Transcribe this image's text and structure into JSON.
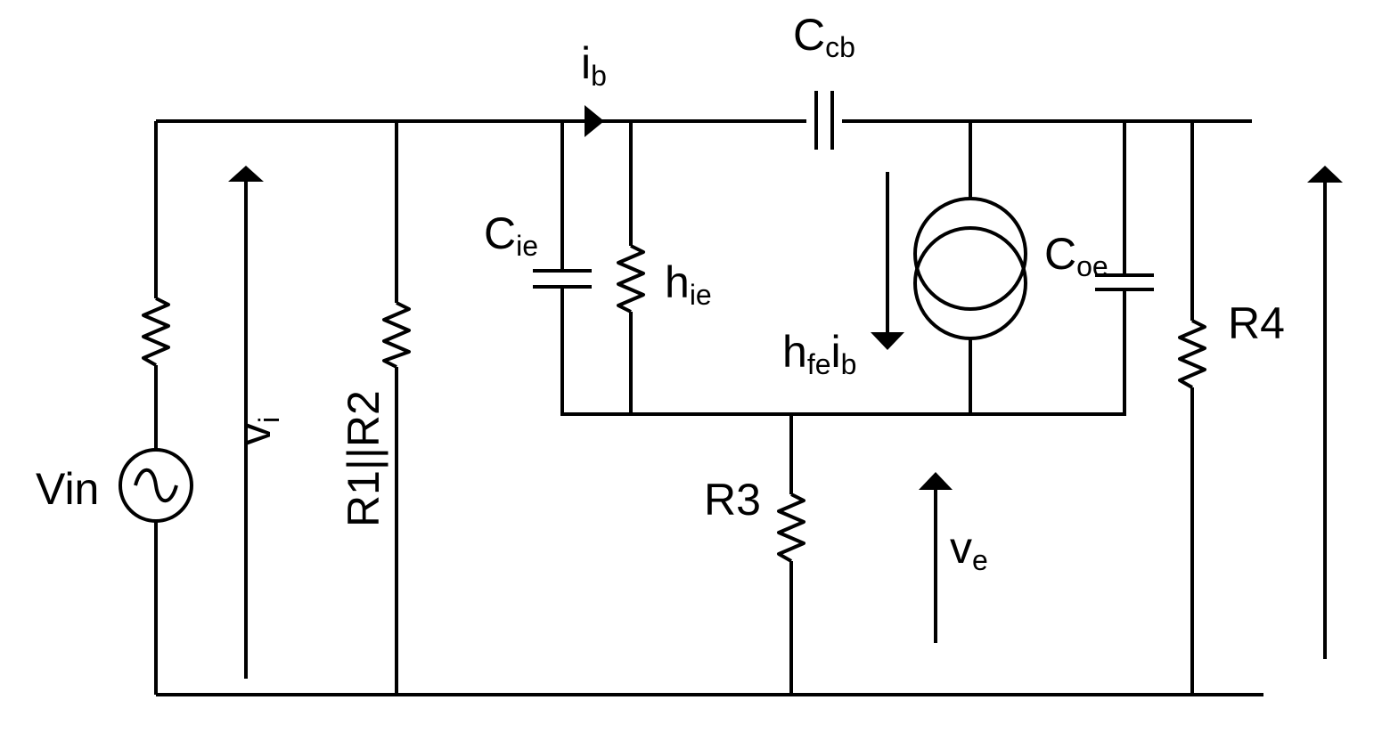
{
  "labels": {
    "vin": "Vin",
    "vi_main": "v",
    "vi_sub": "i",
    "r1r2": "R1||R2",
    "ib_main": "i",
    "ib_sub": "b",
    "ccb_main": "C",
    "ccb_sub": "cb",
    "cie_main": "C",
    "cie_sub": "ie",
    "hie_main": "h",
    "hie_sub": "ie",
    "coe_main": "C",
    "coe_sub": "oe",
    "hfe_main": "h",
    "hfe_sub": "fe",
    "hfe_i": "i",
    "hfe_isub": "b",
    "r4": "R4",
    "r3": "R3",
    "ve_main": "v",
    "ve_sub": "e"
  },
  "colors": {
    "stroke": "#000000",
    "background": "#ffffff"
  }
}
